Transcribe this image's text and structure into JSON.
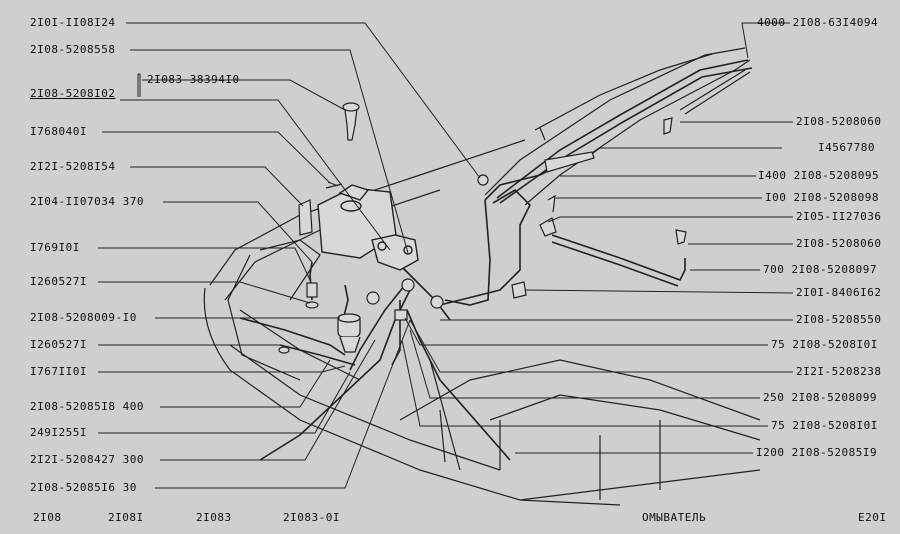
{
  "left_labels": [
    "2I0I-II08I24",
    "2I08-5208558",
    "2I08-5208I02",
    "I768040I",
    "2I2I-5208I54",
    "2I04-II07034 370",
    "I769I0I",
    "I260527I",
    "2I08-5208009-I0",
    "I260527I",
    "I767II0I",
    "2I08-52085I8 400",
    "249I255I",
    "2I2I-5208427 300",
    "2I08-52085I6 30"
  ],
  "inner_label": "2I083-38394I0",
  "right_labels": [
    "4000 2I08-63I4094",
    "2I08-5208060",
    "I4567780",
    "I400 2I08-5208095",
    "I00 2I08-5208098",
    "2I05-II27036",
    "2I08-5208060",
    "700 2I08-5208097",
    "2I0I-8406I62",
    "2I08-5208550",
    "75 2I08-5208I0I",
    "2I2I-5208238",
    "250 2I08-5208099",
    "75 2I08-5208I0I",
    "I200 2I08-52085I9"
  ],
  "footer": {
    "models": [
      "2I08",
      "2I08I",
      "2I083",
      "2I083-0I"
    ],
    "title": "ОМЫВАТЕЛЬ",
    "page_code": "E20I"
  }
}
